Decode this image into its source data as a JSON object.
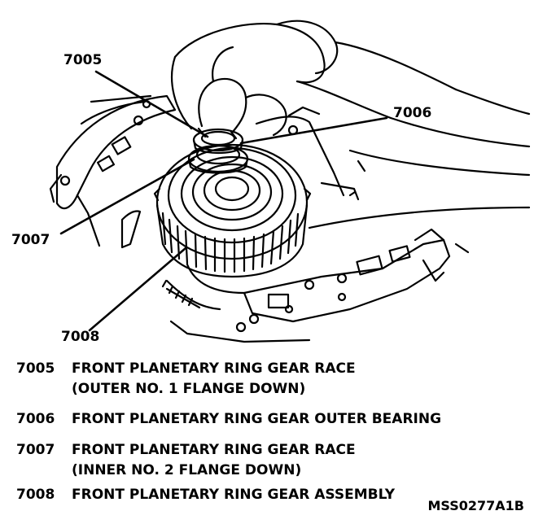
{
  "callouts": {
    "c7005": "7005",
    "c7006": "7006",
    "c7007": "7007",
    "c7008": "7008"
  },
  "legend": [
    {
      "number": "7005",
      "lines": [
        "FRONT PLANETARY RING GEAR RACE",
        "(OUTER NO. 1 FLANGE DOWN)"
      ]
    },
    {
      "number": "7006",
      "lines": [
        "FRONT PLANETARY RING GEAR OUTER BEARING"
      ]
    },
    {
      "number": "7007",
      "lines": [
        "FRONT PLANETARY RING GEAR RACE",
        "(INNER NO. 2 FLANGE DOWN)"
      ]
    },
    {
      "number": "7008",
      "lines": [
        "FRONT PLANETARY RING GEAR ASSEMBLY"
      ]
    }
  ],
  "figure_code": "MSS0277A1B"
}
